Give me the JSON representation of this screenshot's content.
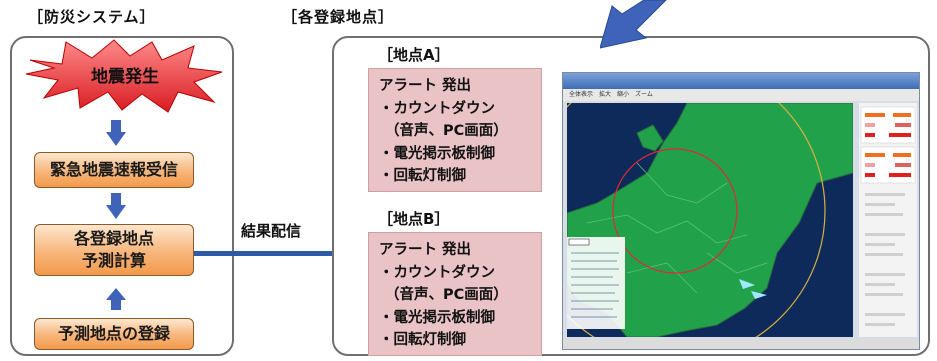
{
  "left_section": {
    "label": "［防災システム］",
    "burst_text": "地震発生",
    "steps": [
      "緊急地震速報受信",
      "各登録地点\n予測計算",
      "予測地点の登録"
    ]
  },
  "right_section": {
    "label": "［各登録地点］",
    "points": [
      {
        "label": "［地点A］",
        "lines": [
          "アラート 発出",
          "・カウントダウン",
          "（音声、PC画面）",
          "・電光掲示板制御",
          "・回転灯制御"
        ]
      },
      {
        "label": "［地点B］",
        "lines": [
          "アラート 発出",
          "・カウントダウン",
          "（音声、PC画面）",
          "・電光掲示板制御",
          "・回転灯制御"
        ]
      }
    ]
  },
  "connector_label": "結果配信",
  "map_toolbar": "全体表示　拡大　縮小　ズーム",
  "colors": {
    "panel_border": "#6f6f6f",
    "burst": "#e8363a",
    "step_orange": "#f39a4b",
    "arrow_blue": "#3e63b8",
    "connector": "#2f5aa8",
    "pink": "#e9c3c5",
    "map_bg": "#0e2a5a",
    "land": "#21a24a"
  }
}
